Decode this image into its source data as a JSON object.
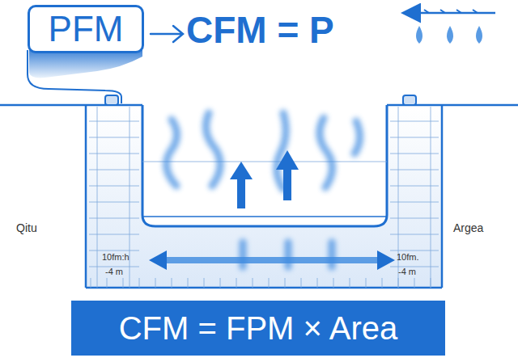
{
  "diagram": {
    "nodes": [
      {
        "text": [
          "PFM"
        ]
      },
      {
        "text": [
          "CFM = FPM × Area"
        ]
      }
    ],
    "labels": [
      "CFM = P",
      "Qitu",
      "Argea",
      "10fm:h",
      "-4 m",
      "10fm.",
      "-4 m"
    ]
  }
}
